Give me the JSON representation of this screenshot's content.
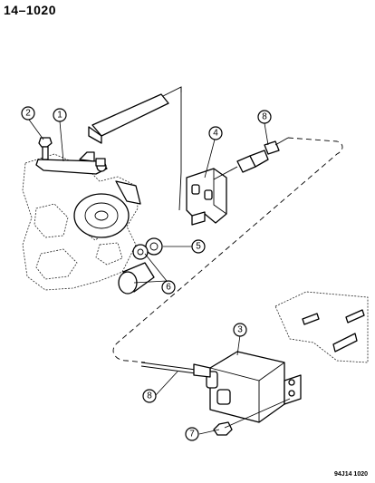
{
  "header": {
    "page_number": "14–1020"
  },
  "footer": {
    "figure_code": "94J14  1020"
  },
  "callouts": {
    "c1": "1",
    "c2": "2",
    "c3": "3",
    "c4": "4",
    "c5": "5",
    "c6": "6",
    "c7": "7",
    "c8a": "8",
    "c8b": "8"
  }
}
